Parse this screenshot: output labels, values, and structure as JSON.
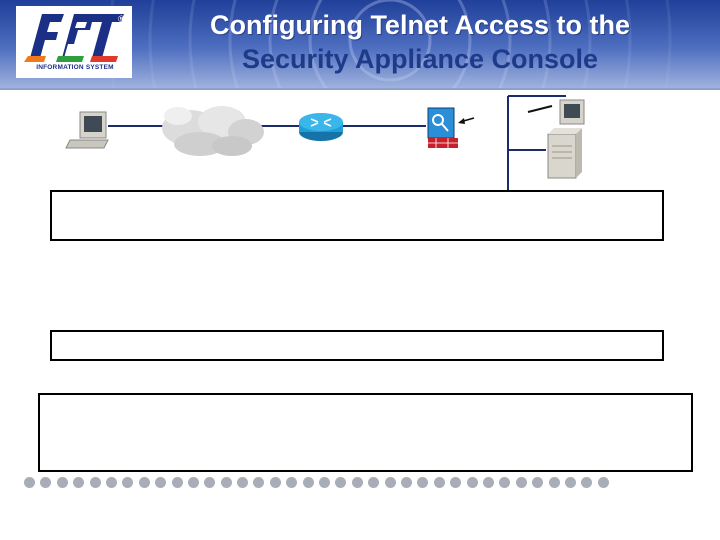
{
  "header": {
    "title_lines": [
      "Configuring Telnet Access to the",
      "Security Appliance Console"
    ],
    "logo_caption": "INFORMATION SYSTEM",
    "logo_mark": "®"
  },
  "diagram": {
    "icons": [
      "workstation-icon",
      "internet-cloud-icon",
      "router-icon",
      "firewall-security-appliance-icon",
      "server-tower-icon"
    ]
  },
  "colors": {
    "header_dark": "#1f3f9a",
    "header_light": "#9fb2de",
    "title_text": "#ffffff",
    "title_text_second": "#1e3a8a",
    "router_blue": "#1e9fd8",
    "firewall_red": "#c8202a",
    "network_line": "#1d2b6b",
    "dot_gray": "#a9adb7"
  },
  "footer": {
    "dot_count": 36
  }
}
